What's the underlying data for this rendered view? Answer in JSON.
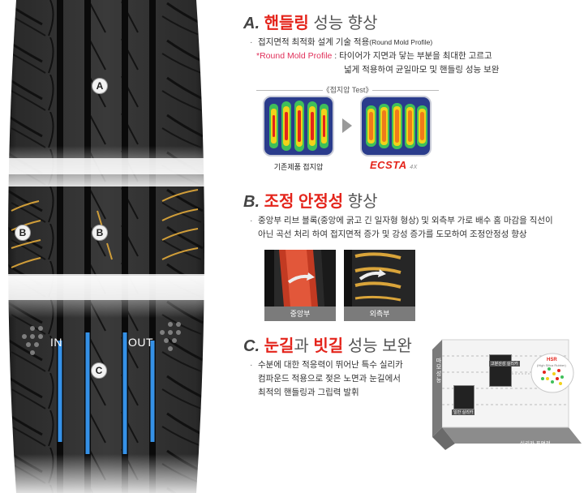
{
  "tire": {
    "labels": {
      "a": "A",
      "b_left": "B",
      "b_right": "B",
      "c": "C"
    },
    "in_label": "IN",
    "out_label": "OUT"
  },
  "section_a": {
    "letter": "A.",
    "title_highlight": "핸들링",
    "title_rest": " 성능 향상",
    "bullet_1_main": "접지면적 최적화 설계 기술 적용",
    "bullet_1_small": "(Round Mold Profile)",
    "note_label": "*Round Mold Profile",
    "note_line_1": " : 타이어가 지면과 닿는 부분을 최대한 고르고",
    "note_line_2": "넓게 적용하여 균일마모 및 핸들링 성능 보완",
    "test_caption": "《접지압 Test》",
    "existing_caption": "기존제품 접지압",
    "brand_logo": "ECSTA",
    "brand_suffix": "4X"
  },
  "section_b": {
    "letter": "B.",
    "title_highlight": "조정 안정성",
    "title_rest": " 향상",
    "bullet_line_1": "중앙부 리브 블록(중앙에 굵고 긴 일자형 형상) 및 외측부 가로 배수 홈 마감을 직선이",
    "bullet_line_2": "아닌 곡선 처리 하여 접지면적 증가 및 강성 증가를 도모하여 조정안정성 향상",
    "photo_center_caption": "중앙부",
    "photo_outer_caption": "외측부"
  },
  "section_c": {
    "letter": "C.",
    "title_highlight_1": "눈길",
    "title_mid": "과 ",
    "title_highlight_2": "빗길",
    "title_rest": " 성능 보완",
    "bullet_line_1": "수분에 대한 적응력이 뛰어난 특수 실리카",
    "bullet_line_2": "컴파운드 적용으로 젖은 노면과 눈길에서",
    "bullet_line_3": "최적의 핸들링과 그립력 발휘",
    "graph": {
      "y_axis_label": "마모성능",
      "x_axis_label": "실리카 표면적",
      "chip_low_caption": "일반 실리카",
      "chip_high_caption": "고분산성 실리카",
      "bubble_title": "HSR",
      "bubble_subtitle": "(High Silica Rubber)"
    }
  },
  "colors": {
    "accent_red": "#e4241b",
    "tread_dark": "#1c1c1c",
    "groove_blue": "#3aa0ff",
    "sipe_yellow": "#d9a43a"
  }
}
